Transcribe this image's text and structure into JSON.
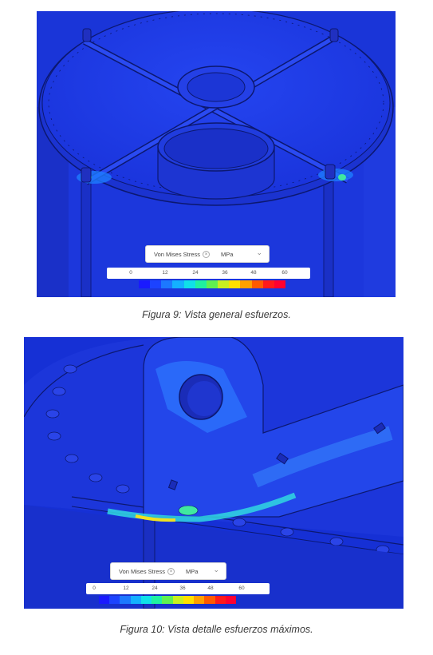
{
  "figures": [
    {
      "caption": "Figura 9: Vista general esfuerzos.",
      "legend": {
        "title": "Von Mises Stress",
        "unit": "MPa",
        "ticks": [
          "0",
          "12",
          "24",
          "36",
          "48",
          "60"
        ]
      }
    },
    {
      "caption": "Figura 10: Vista detalle esfuerzos máximos.",
      "legend": {
        "title": "Von Mises Stress",
        "unit": "MPa",
        "ticks": [
          "0",
          "12",
          "24",
          "36",
          "48",
          "60"
        ]
      }
    }
  ],
  "colormap": [
    "#1a1aff",
    "#1c43ff",
    "#1c78ff",
    "#14b0ff",
    "#10e0e8",
    "#20f0a0",
    "#60f050",
    "#c8f020",
    "#ffe000",
    "#ffa000",
    "#ff5a00",
    "#ff1a1a",
    "#ff0030"
  ]
}
